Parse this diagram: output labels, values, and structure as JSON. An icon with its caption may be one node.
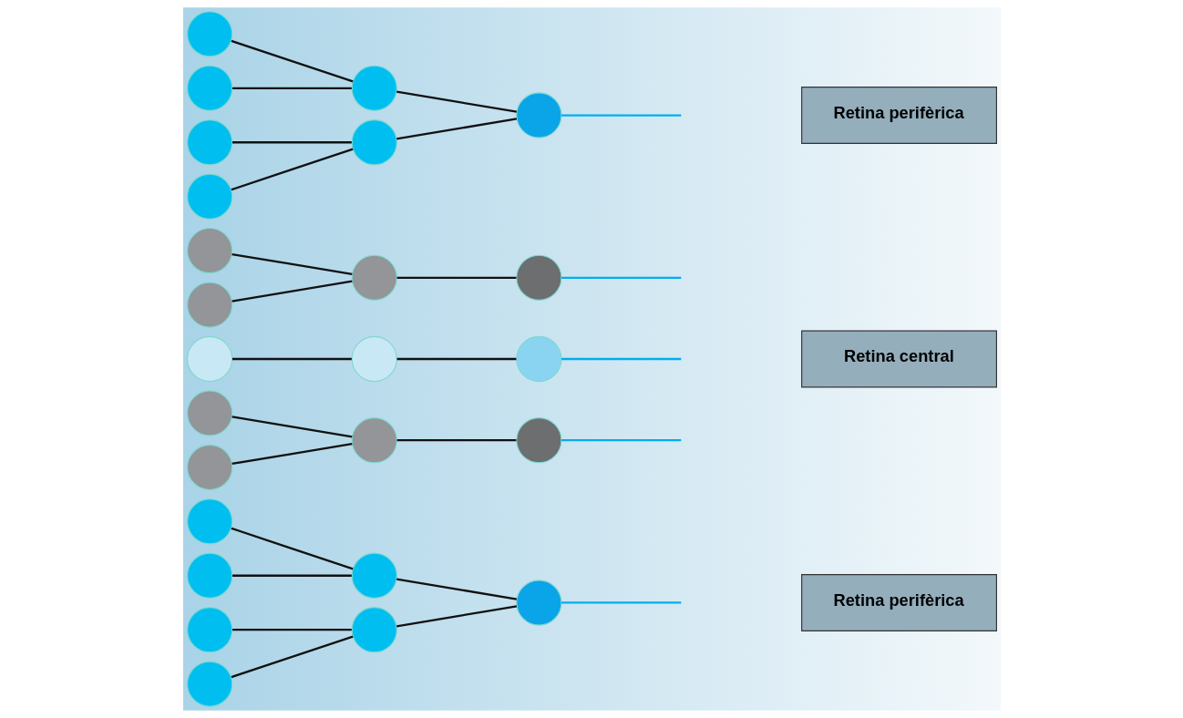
{
  "diagram": {
    "nodes": [
      {
        "text": [],
        "shape": "circle"
      },
      {
        "text": [],
        "shape": "circle"
      },
      {
        "text": [],
        "shape": "circle"
      },
      {
        "text": [],
        "shape": "circle"
      },
      {
        "text": [],
        "shape": "circle"
      },
      {
        "text": [],
        "shape": "circle"
      },
      {
        "text": [],
        "shape": "circle"
      },
      {
        "text": [
          "Retina perifèrica"
        ]
      },
      {
        "text": [],
        "shape": "circle"
      },
      {
        "text": [],
        "shape": "circle"
      },
      {
        "text": [],
        "shape": "circle"
      },
      {
        "text": [],
        "shape": "circle"
      },
      {
        "text": [],
        "shape": "circle"
      },
      {
        "text": [],
        "shape": "circle"
      },
      {
        "text": [],
        "shape": "circle"
      },
      {
        "text": [],
        "shape": "circle"
      },
      {
        "text": [],
        "shape": "circle"
      },
      {
        "text": [],
        "shape": "circle"
      },
      {
        "text": [],
        "shape": "circle"
      },
      {
        "text": [
          "Retina central"
        ]
      },
      {
        "text": [],
        "shape": "circle"
      },
      {
        "text": [],
        "shape": "circle"
      },
      {
        "text": [],
        "shape": "circle"
      },
      {
        "text": [],
        "shape": "circle"
      },
      {
        "text": [],
        "shape": "circle"
      },
      {
        "text": [],
        "shape": "circle"
      },
      {
        "text": [],
        "shape": "circle"
      },
      {
        "text": [
          "Retina perifèrica"
        ]
      }
    ],
    "edges": [
      {
        "from": 0,
        "to": 4,
        "arrow": "none"
      },
      {
        "from": 1,
        "to": 4,
        "arrow": "none"
      },
      {
        "from": 2,
        "to": 5,
        "arrow": "none"
      },
      {
        "from": 3,
        "to": 5,
        "arrow": "none"
      },
      {
        "from": 4,
        "to": 6,
        "arrow": "none"
      },
      {
        "from": 5,
        "to": 6,
        "arrow": "none"
      },
      {
        "from": 6,
        "to": null,
        "arrow": "none",
        "color": "#00aeef"
      },
      {
        "from": 8,
        "to": 13,
        "arrow": "none"
      },
      {
        "from": 9,
        "to": 13,
        "arrow": "none"
      },
      {
        "from": 10,
        "to": 14,
        "arrow": "none"
      },
      {
        "from": 11,
        "to": 15,
        "arrow": "none"
      },
      {
        "from": 12,
        "to": 15,
        "arrow": "none"
      },
      {
        "from": 13,
        "to": 16,
        "arrow": "none"
      },
      {
        "from": 14,
        "to": 17,
        "arrow": "none"
      },
      {
        "from": 15,
        "to": 18,
        "arrow": "none"
      },
      {
        "from": 16,
        "to": null,
        "arrow": "none",
        "color": "#00aeef"
      },
      {
        "from": 17,
        "to": null,
        "arrow": "none",
        "color": "#00aeef"
      },
      {
        "from": 18,
        "to": null,
        "arrow": "none",
        "color": "#00aeef"
      },
      {
        "from": 20,
        "to": 24,
        "arrow": "none"
      },
      {
        "from": 21,
        "to": 24,
        "arrow": "none"
      },
      {
        "from": 22,
        "to": 25,
        "arrow": "none"
      },
      {
        "from": 23,
        "to": 25,
        "arrow": "none"
      },
      {
        "from": 24,
        "to": 26,
        "arrow": "none"
      },
      {
        "from": 25,
        "to": 26,
        "arrow": "none"
      },
      {
        "from": 26,
        "to": null,
        "arrow": "none",
        "color": "#00aeef"
      }
    ]
  }
}
